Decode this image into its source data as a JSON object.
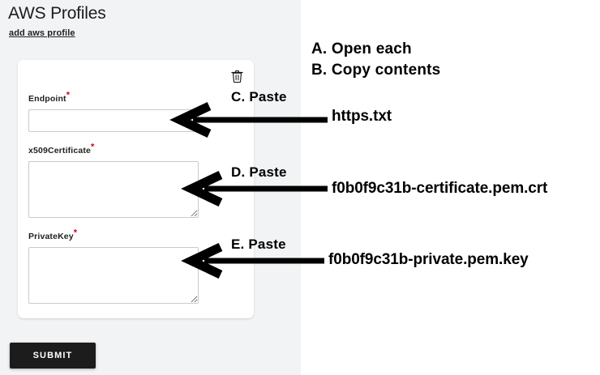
{
  "app": {
    "title": "AWS Profiles",
    "add_profile_link": "add aws profile"
  },
  "card": {
    "delete_icon": "trash-icon",
    "fields": [
      {
        "key": "endpoint",
        "label": "Endpoint",
        "required_marker": "*",
        "control": "input",
        "value": "",
        "placeholder": ""
      },
      {
        "key": "x509certificate",
        "label": "x509Certificate",
        "required_marker": "*",
        "control": "textarea",
        "value": "",
        "placeholder": ""
      },
      {
        "key": "privatekey",
        "label": "PrivateKey",
        "required_marker": "*",
        "control": "textarea",
        "value": "",
        "placeholder": ""
      }
    ]
  },
  "form": {
    "submit_label": "SUBMIT"
  },
  "annotations": {
    "steps": [
      "A. Open each",
      "B. Copy contents"
    ],
    "paste_labels": [
      "C. Paste",
      "D. Paste",
      "E. Paste"
    ],
    "files": [
      "https.txt",
      "f0b0f9c31b-certificate.pem.crt",
      "f0b0f9c31b-private.pem.key"
    ]
  },
  "colors": {
    "panel_background": "#f2f3f5",
    "page_background": "#ffffff",
    "card_background": "#ffffff",
    "submit_background": "#1c1c1c",
    "submit_text": "#ffffff",
    "required_star": "#d0021b",
    "annotation_ink": "#000000",
    "input_border": "#c6cbd0"
  }
}
